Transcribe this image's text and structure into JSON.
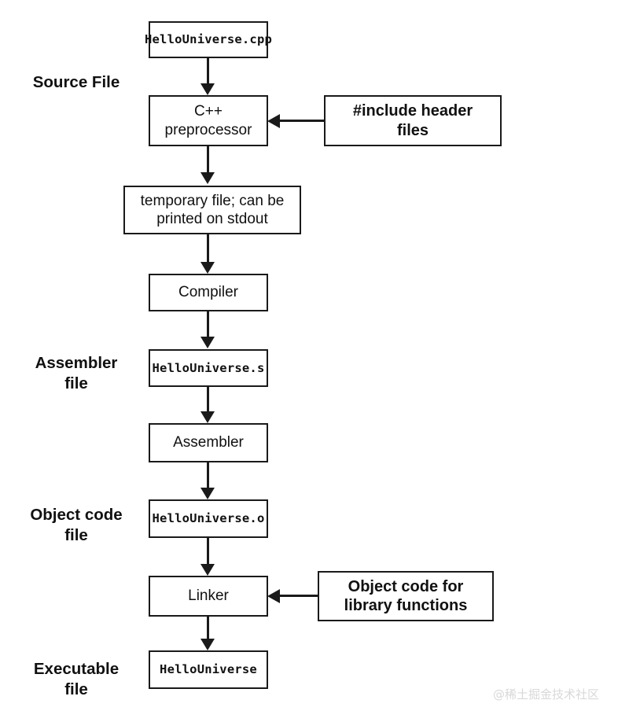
{
  "diagram": {
    "title": "C++ compilation pipeline",
    "stroke_color": "#1a1a1a",
    "background_color": "#ffffff",
    "nodes": [
      {
        "id": "source",
        "label": "HelloUniverse.cpp",
        "style": "mono"
      },
      {
        "id": "preprocessor",
        "label": "C++\npreprocessor",
        "style": "plain"
      },
      {
        "id": "include",
        "label": "#include header\nfiles",
        "style": "strong"
      },
      {
        "id": "temp",
        "label": "temporary file; can be\nprinted on stdout",
        "style": "plain"
      },
      {
        "id": "compiler",
        "label": "Compiler",
        "style": "plain"
      },
      {
        "id": "asm_file",
        "label": "HelloUniverse.s",
        "style": "mono"
      },
      {
        "id": "assembler",
        "label": "Assembler",
        "style": "plain"
      },
      {
        "id": "obj_file",
        "label": "HelloUniverse.o",
        "style": "mono"
      },
      {
        "id": "linker",
        "label": "Linker",
        "style": "plain"
      },
      {
        "id": "library",
        "label": "Object code for\nlibrary functions",
        "style": "strong"
      },
      {
        "id": "executable",
        "label": "HelloUniverse",
        "style": "mono"
      }
    ],
    "side_labels": [
      {
        "id": "source-file",
        "text": "Source File"
      },
      {
        "id": "assembler-file",
        "text": "Assembler\nfile"
      },
      {
        "id": "object-code-file",
        "text": "Object code\nfile"
      },
      {
        "id": "executable-file",
        "text": "Executable\nfile"
      }
    ],
    "watermark": "@稀土掘金技术社区"
  }
}
